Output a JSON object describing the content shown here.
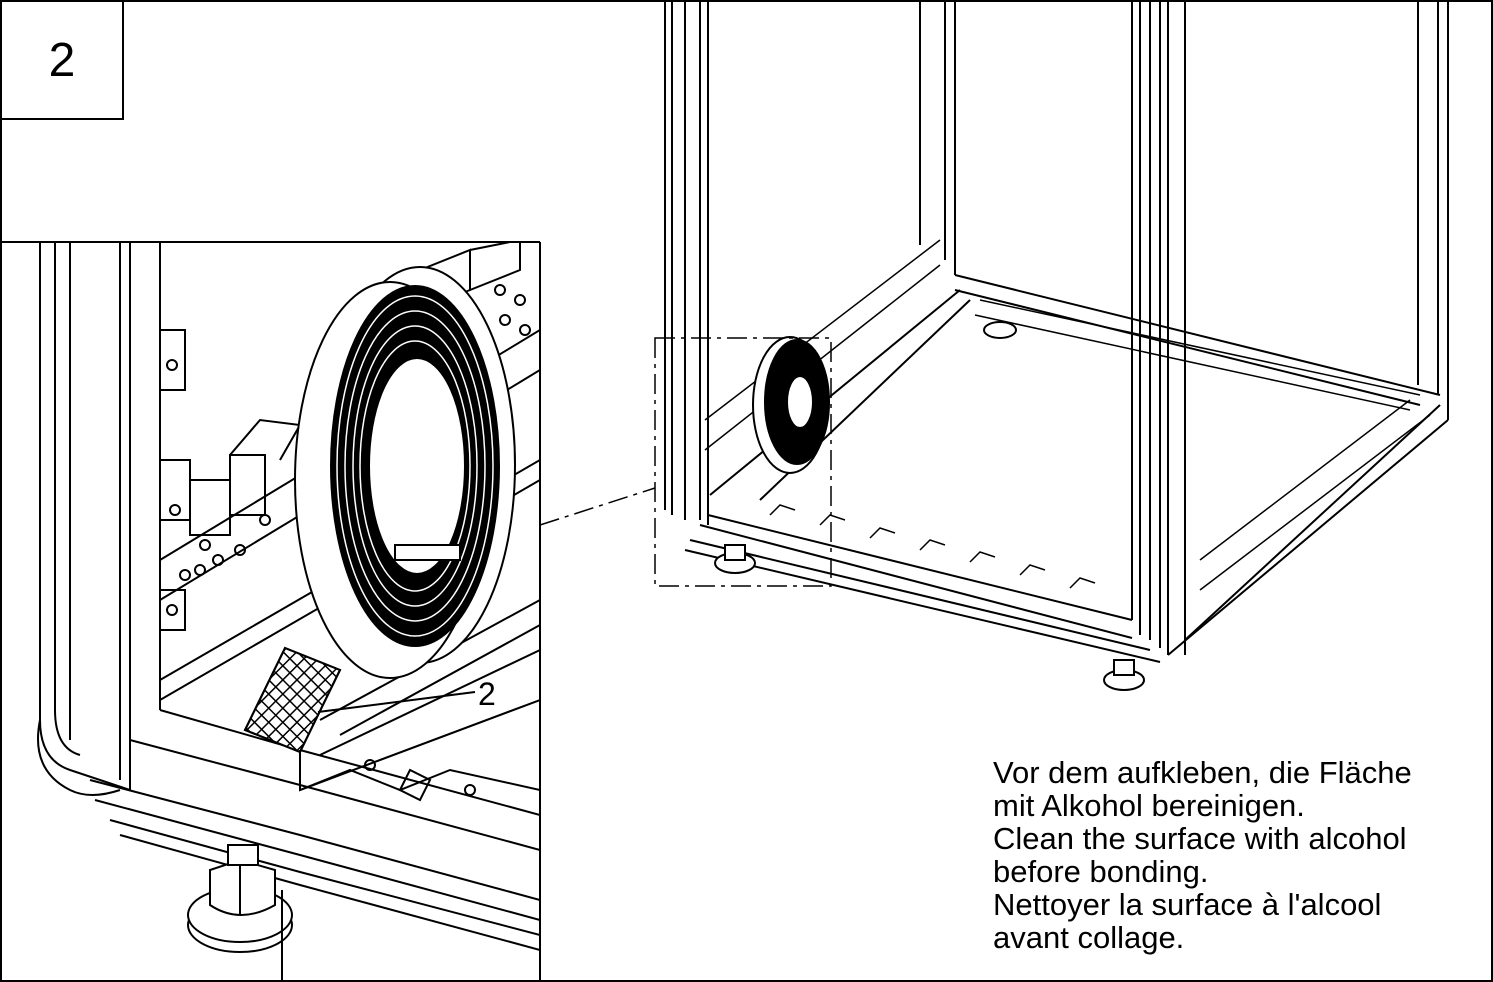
{
  "step": {
    "number": "2"
  },
  "callout": {
    "label": "2"
  },
  "instructions": {
    "de_line1": "Vor dem aufkleben, die Fläche",
    "de_line2": "mit Alkohol bereinigen.",
    "en_line1": "Clean the surface with alcohol",
    "en_line2": "before bonding.",
    "fr_line1": "Nettoyer la surface à l'alcool",
    "fr_line2": "avant collage."
  },
  "icons": [
    "tape-roll-icon",
    "cabinet-frame-icon",
    "leveling-foot-icon"
  ],
  "colors": {
    "line": "#000000",
    "background": "#ffffff"
  }
}
